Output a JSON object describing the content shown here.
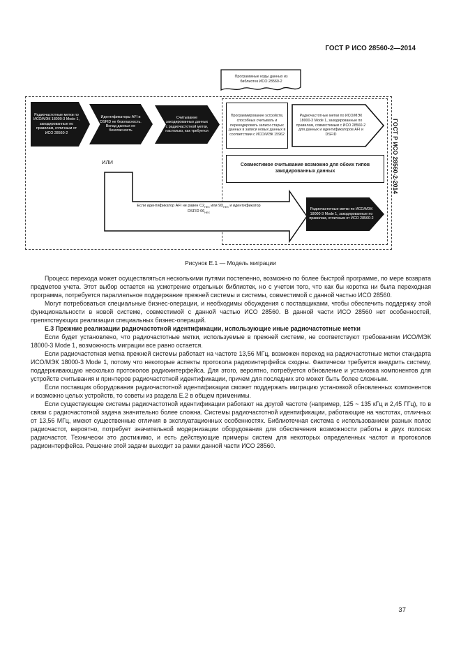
{
  "page": {
    "header": "ГОСТ Р ИСО 28560-2—2014",
    "number": "37"
  },
  "figure": {
    "caption": "Рисунок Е.1 — Модель миграции",
    "side_label": "ГОСТ Р ИСО 28560-2-2014",
    "or_label": "ИЛИ",
    "data_codes": "Программные коды данных из библиотек ИСО 28560-2",
    "shapes": {
      "legacy_tags": "Радиочастотные метки по ИСО/МЭК 18000-3 Mode 1, закодированные по правилам, отличным от ИСО 28560-2",
      "identifiers": "Идентификаторы AFI и DSFID не безопасность. Вклад данных не безопасность",
      "read_data": "Считывание закодированных данных с радиочастотной метки, настолько, как требуется",
      "programming": "Программирование устройств, способных считывать и перекодировать записи старых данных в записи новых данных в соответствии с ИСО/МЭК 15962",
      "compatible_tags": "Радиочастотные метки по ИСО/МЭК 18000-3 Mode 1, закодированные по правилам, совместимым с ИСО 28560-2 для данных и идентификаторов AFI и DSFID",
      "compatible_reading": "Совместимое считывание возможно для обоих типов закодированных данных",
      "remaining_legacy_tags": "Радиочастотные метки по ИСО/МЭК 18000-3 Mode 1, закодированные по правилам, отличным от ИСО 28560-2"
    },
    "condition": {
      "t1": "Если идентификатор AFI не равен C2",
      "s1": "HEX",
      "t2": " или 9D",
      "s2": "HEX",
      "t3": " и идентификатор DSFID 06",
      "s3": "HEX"
    }
  },
  "content": {
    "p1": "Процесс перехода может осуществляться несколькими путями постепенно, возможно по более быстрой программе, по мере возврата предметов учета. Этот выбор остается на усмотрение отдельных библиотек, но с учетом того, что как бы коротка ни была переходная программа, потребуется параллельное поддержание прежней системы и системы, совместимой с данной частью ИСО 28560.",
    "p2": "Могут потребоваться специальные бизнес-операции, и необходимы обсуждения с поставщиками, чтобы обеспечить поддержку этой функциональности в новой системе, совместимой с данной частью ИСО 28560. В данной части ИСО 28560 нет особенностей, препятствующих реализации специальных бизнес-операций.",
    "h_e3": "Е.3 Прежние реализации радиочастотной идентификации, использующие иные радиочастотные метки",
    "p3": "Если будет установлено, что радиочастотные метки, используемые в прежней системе, не соответствуют требованиям ИСО/МЭК 18000-3 Mode 1, возможность миграции все равно остается.",
    "p4": "Если радиочастотная метка прежней системы работает на частоте 13,56 МГц, возможен переход на радиочастотные метки стандарта ИСО/МЭК 18000-3 Mode 1, потому что некоторые аспекты протокола радиоинтерфейса сходны. Фактически требуется внедрить систему, поддерживающую несколько протоколов радиоинтерфейса. Для этого, вероятно, потребуется обновление и установка компонентов для устройств считывания и принтеров радиочастотной идентификации, причем для последних это может быть более сложным.",
    "p5": "Если поставщик оборудования радиочастотной идентификации сможет поддержать миграцию установкой обновленных компонентов и возможно целых устройств, то советы из раздела Е.2 в общем применимы.",
    "p6": "Если существующие системы радиочастотной идентификации работают на другой частоте (например, 125 ~ 135 кГц и 2,45 ГГц), то в связи с радиочастотной задача значительно более сложна. Системы радиочастотной идентификации, работающие на частотах, отличных от 13,56 МГц, имеют существенные отличия в эксплуатационных особенностях. Библиотечная система с использованием разных полос радиочастот, вероятно, потребует значительной модернизации оборудования для обеспечения возможности работы в двух полосах радиочастот. Технически это достижимо, и есть действующие примеры систем для некоторых определенных частот и протоколов радиоинтерфейса. Решение этой задачи выходит за рамки данной части ИСО 28560."
  }
}
